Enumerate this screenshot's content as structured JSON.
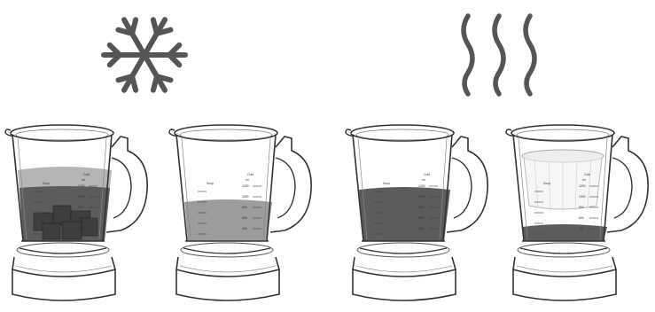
{
  "colors": {
    "icon": "#555555",
    "outline": "#333333",
    "liquid_light": "#b5b5b5",
    "liquid_dark": "#5c5c5c",
    "ice": "#3e3e3e",
    "basket_fill": "#eeeeee"
  },
  "icons": {
    "cold": "snowflake-icon",
    "hot": "steam-icon"
  },
  "scale": {
    "cold_label": "Cold",
    "hot_label": "Soup",
    "marks": [
      "1200",
      "1000",
      "800",
      "600",
      "400"
    ],
    "unit": "ml"
  },
  "blenders": [
    {
      "name": "cold-with-ice",
      "liquid": "two-tone",
      "ice": true,
      "basket": false
    },
    {
      "name": "cold-liquid",
      "liquid": "light-low",
      "ice": false,
      "basket": false
    },
    {
      "name": "hot-liquid",
      "liquid": "dark-mid",
      "ice": false,
      "basket": false
    },
    {
      "name": "hot-with-basket",
      "liquid": "dark-low",
      "ice": false,
      "basket": true
    }
  ]
}
